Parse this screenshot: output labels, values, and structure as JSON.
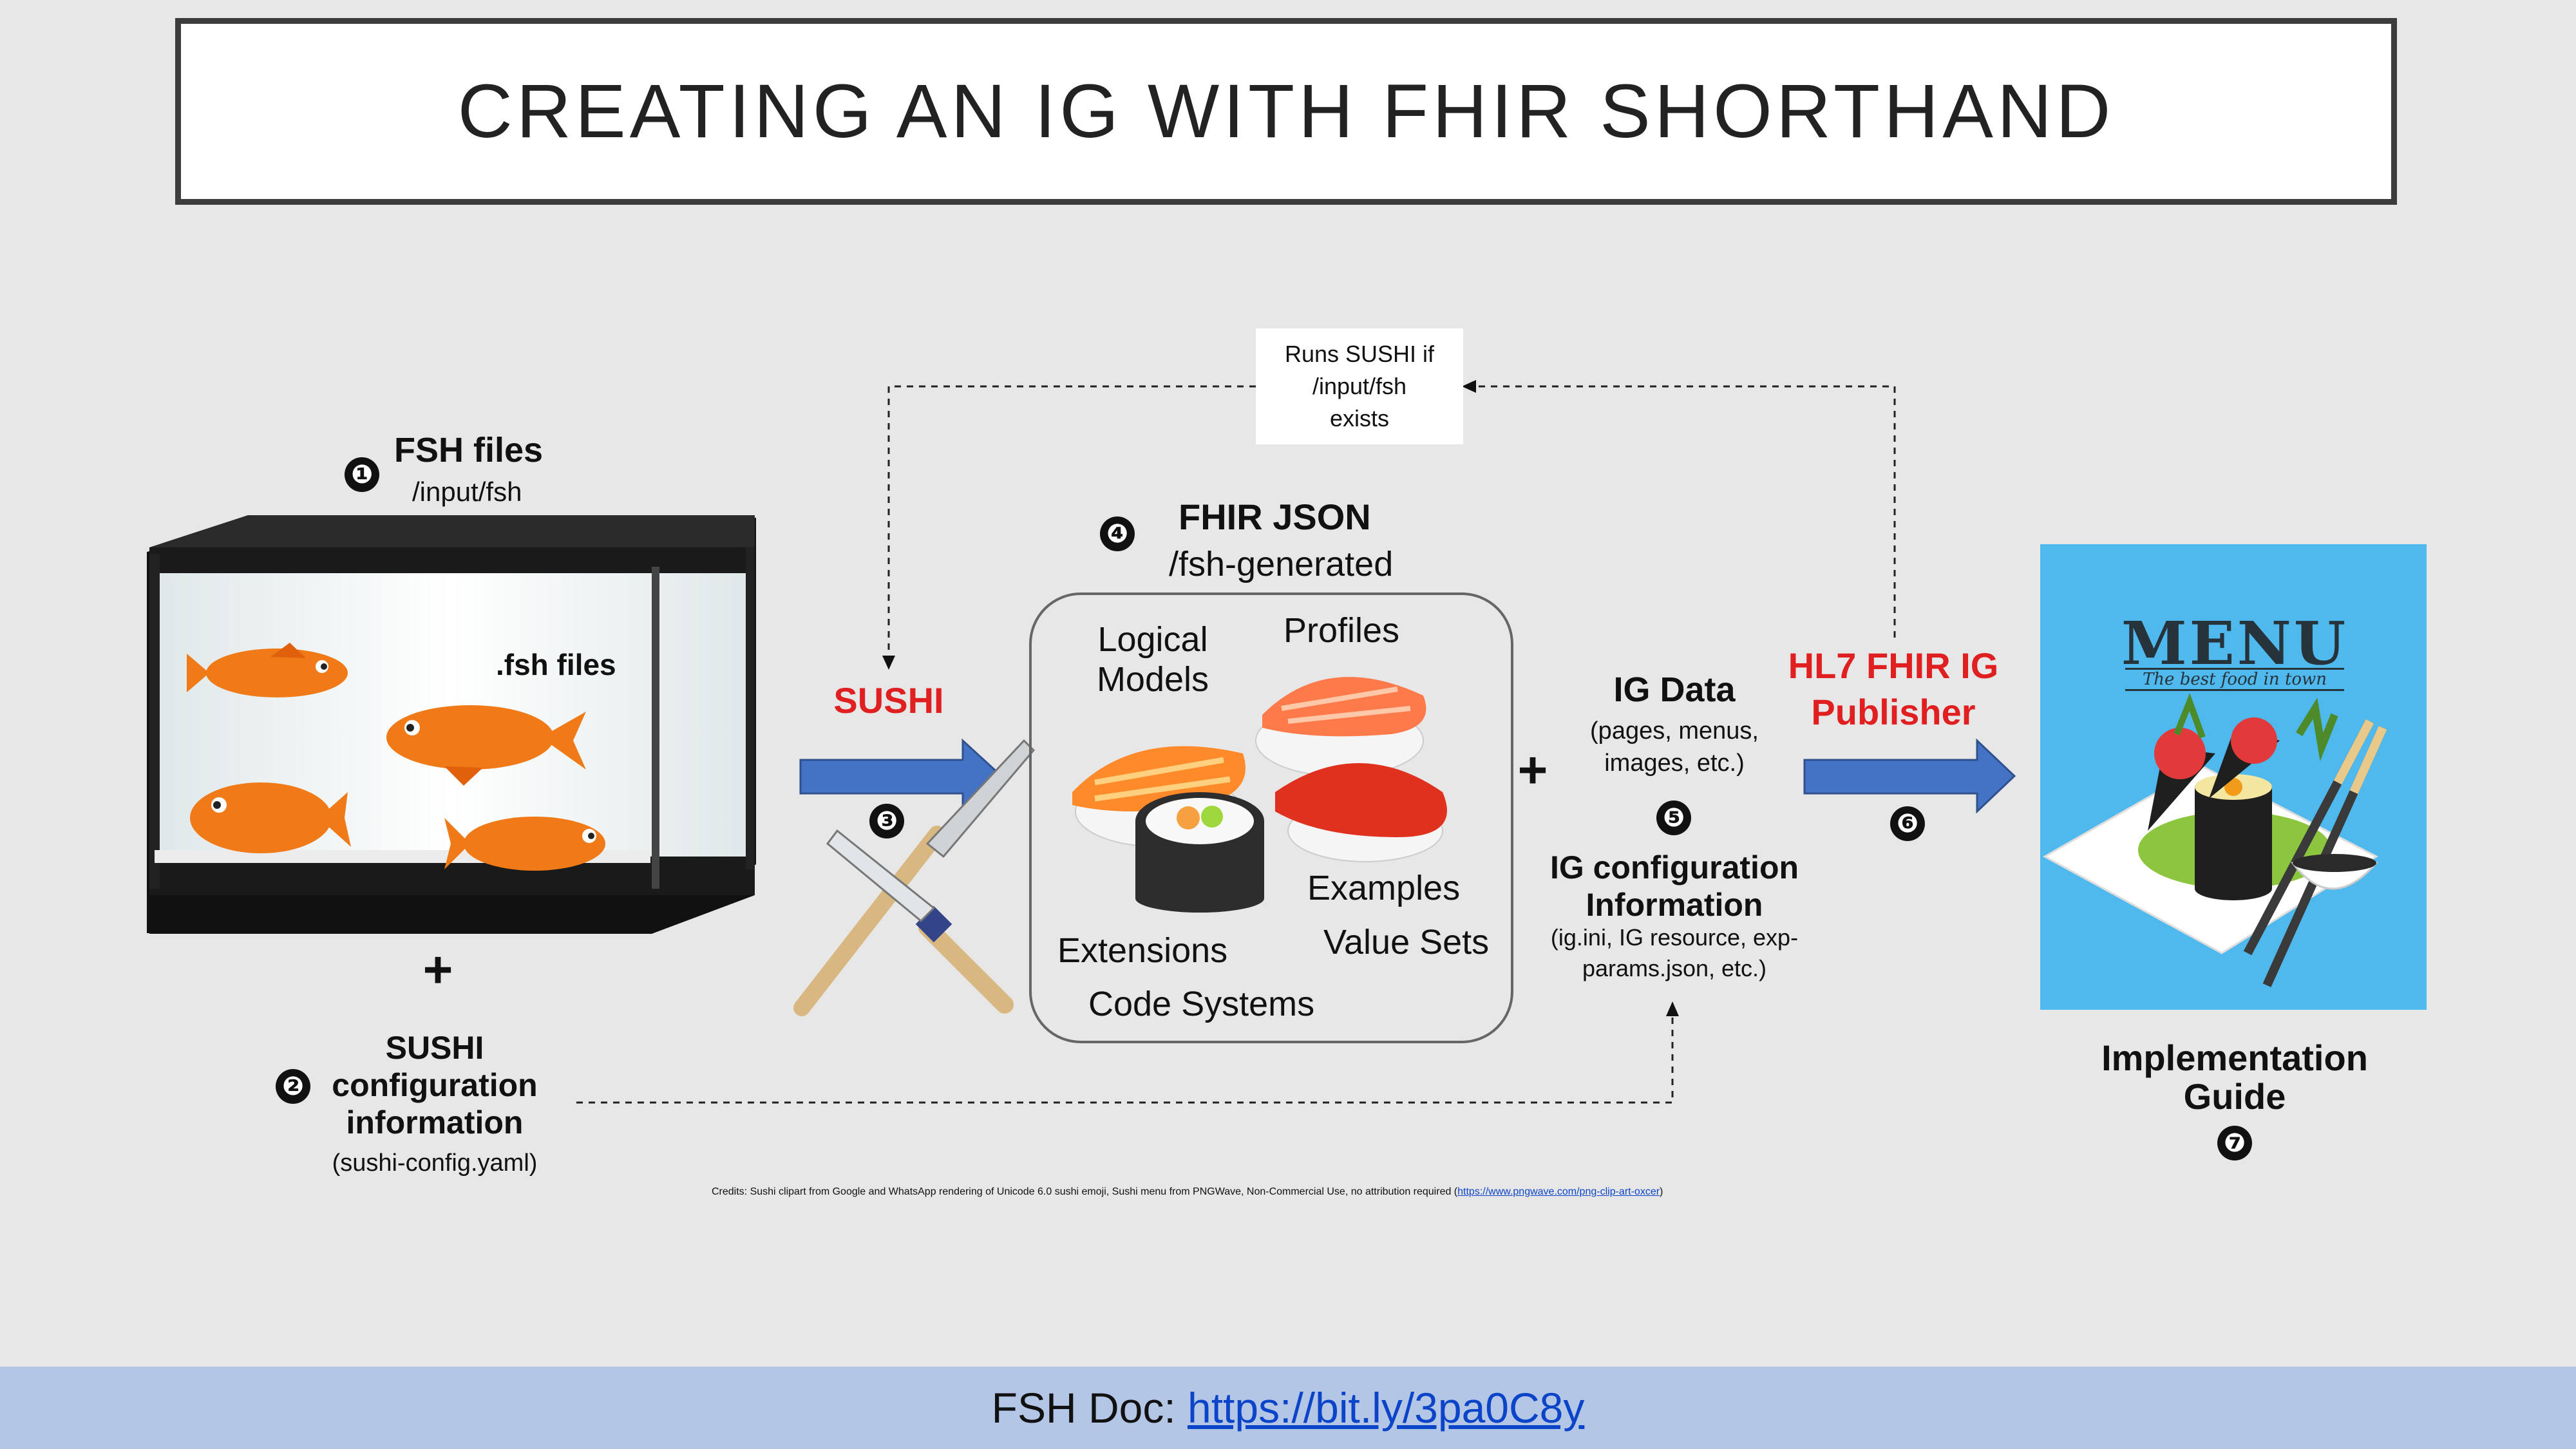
{
  "title": "CREATING AN IG WITH FHIR SHORTHAND",
  "step1": {
    "badge": "❶",
    "label": "FSH files",
    "path": "/input/fsh",
    "tank_label": ".fsh files"
  },
  "plus_sign": "+",
  "step2": {
    "badge": "❷",
    "line1": "SUSHI",
    "line2": "configuration",
    "line3": "information",
    "file": "(sushi-config.yaml)"
  },
  "step3": {
    "badge": "❸",
    "label": "SUSHI"
  },
  "step4": {
    "badge": "❹",
    "label": "FHIR JSON",
    "path": "/fsh-generated",
    "items": {
      "logical1": "Logical",
      "logical2": "Models",
      "profiles": "Profiles",
      "examples": "Examples",
      "extensions": "Extensions",
      "value_sets": "Value Sets",
      "code_systems": "Code Systems"
    }
  },
  "note": {
    "line1": "Runs SUSHI if",
    "line2": "/input/fsh",
    "line3": "exists"
  },
  "step5": {
    "badge": "❺",
    "data_title": "IG Data",
    "data_sub1": "(pages, menus,",
    "data_sub2": "images, etc.)",
    "config1": "IG configuration",
    "config2": "Information",
    "config_sub1": "(ig.ini, IG resource, exp-",
    "config_sub2": "params.json, etc.)"
  },
  "step6": {
    "badge": "❻",
    "line1": "HL7 FHIR IG",
    "line2": "Publisher"
  },
  "step7": {
    "badge": "❼",
    "line1": "Implementation",
    "line2": "Guide"
  },
  "menu": {
    "title": "MENU",
    "tagline": "The best food in town"
  },
  "credits": {
    "text": "Credits: Sushi clipart from Google and WhatsApp rendering of Unicode 6.0 sushi emoji, Sushi menu from PNGWave, Non-Commercial Use, no attribution required (",
    "link": "https://www.pngwave.com/png-clip-art-oxcer",
    "close": ")"
  },
  "footer": {
    "label": "FSH Doc: ",
    "link": "https://bit.ly/3pa0C8y"
  },
  "colors": {
    "arrow_blue": "#4472c4",
    "highlight_red": "#e02020",
    "footer_bg": "#b3c6e6",
    "menu_bg": "#4fb8ec",
    "fish": "#f07a18"
  }
}
